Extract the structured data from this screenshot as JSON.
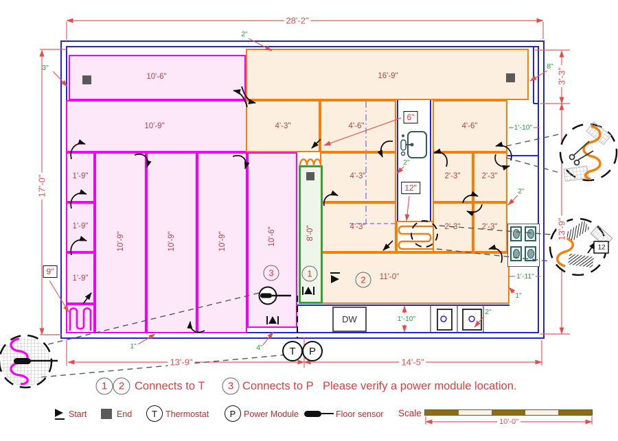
{
  "rooms": {
    "m_top": "10'-6\"",
    "m_mid": "10'-9\"",
    "m_s1": "1'-9\"",
    "m_s2": "1'-9\"",
    "m_s3": "1'-9\"",
    "v1": "10'-9\"",
    "v2": "10'-9\"",
    "v3": "10'-9\"",
    "v4": "10'-6\"",
    "green": "8'-0\"",
    "o_top": "16'-9\"",
    "o43a": "4'-3\"",
    "o46a": "4'-6\"",
    "o46b": "4'-6\"",
    "o43b": "4'-3\"",
    "o43c": "4'-3\"",
    "o23a": "2'-3\"",
    "o23b": "2'-3\"",
    "o23c": "2'-3\"",
    "o23d": "2'-3\"",
    "o11": "11'-0\"",
    "dw": "DW"
  },
  "offsets": {
    "left_wall": "3\"",
    "top_wall": "2\"",
    "right_wall": "8\"",
    "nook_top": "1'-10\"",
    "sink": "2\"",
    "right_mid": "2\"",
    "right_low": "1\"",
    "nook_bottom": "1'-11\"",
    "counter": "2\"",
    "counter_depth": "1'-10\"",
    "bottom_left": "1\"",
    "bottom_mid": "4\"",
    "box_9": "9\"",
    "box_6": "6\"",
    "box_12": "12\"",
    "detail_12": "12"
  },
  "dimensions": {
    "top": "28'-2\"",
    "left": "17'-0\"",
    "right_upper": "3'-3\"",
    "right_lower": "13'-9\"",
    "bottom_left": "13'-9\"",
    "bottom_right": "14'-5\"",
    "scale_bar": "10'-0\""
  },
  "markers": {
    "num1": "1",
    "num2": "2",
    "num3": "3",
    "thermostat": "T",
    "power": "P"
  },
  "notes": {
    "connect_t": "Connects to T",
    "connect_p": "Connects to P",
    "verify": "Please verify a power module location."
  },
  "legend": {
    "start": "Start",
    "end": "End",
    "thermostat": "Thermostat",
    "power_module": "Power Module",
    "floor_sensor": "Floor sensor",
    "scale": "Scale"
  },
  "colors": {
    "wall_blue": "#2323d7",
    "mat_magenta": "#f400f4",
    "mat_orange": "#f08010",
    "mat_green": "#37a037",
    "dim_red": "#e34d4d",
    "offset_green": "#27a13d"
  }
}
